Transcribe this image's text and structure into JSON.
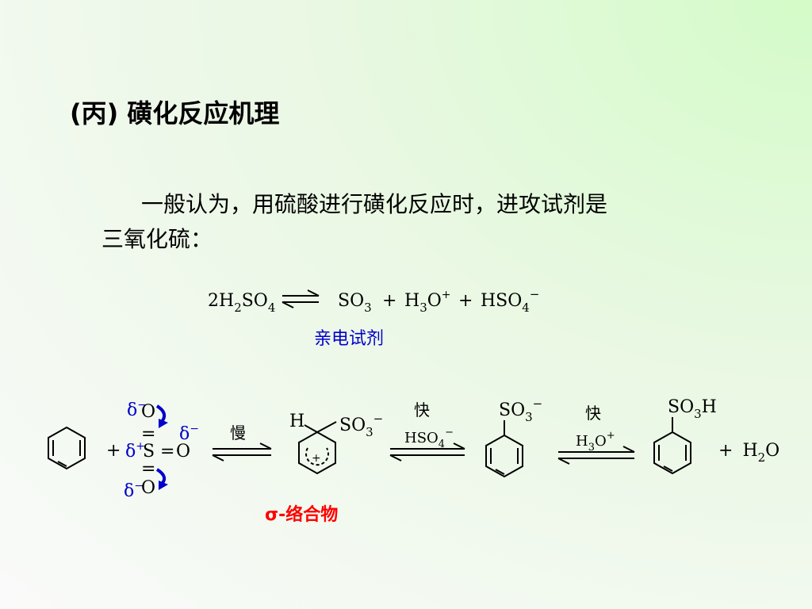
{
  "heading": "(丙) 磺化反应机理",
  "paragraph": {
    "line1": "一般认为，用硫酸进行磺化反应时，进攻试剂是",
    "line2": "三氧化硫："
  },
  "equation1": {
    "reactant": {
      "coef": "2H",
      "sub1": "2",
      "mid": "SO",
      "sub2": "4"
    },
    "so3": {
      "main": "SO",
      "sub": "3"
    },
    "plus": "+",
    "h3o": {
      "h": "H",
      "sub": "3",
      "o": "O",
      "sup": "+"
    },
    "hso4": {
      "main": "HSO",
      "sub": "4",
      "sup": "−"
    }
  },
  "electrophile_label": "亲电试剂",
  "mechanism": {
    "plus": "+",
    "so3": {
      "o_top": "O",
      "o_bottom": "O",
      "o_right": "O",
      "s": "S",
      "double_bond": "=",
      "delta_minus": "δ",
      "delta_plus": "δ",
      "minus": "−",
      "plus_sign": "+"
    },
    "step1_label": "慢",
    "sigma_complex": {
      "h": "H",
      "so3": "SO",
      "sub": "3",
      "sup": "−",
      "ring_charge": "+"
    },
    "step2_label_top": "快",
    "step2_label_bottom": {
      "main": "HSO",
      "sub": "4",
      "sup": "−"
    },
    "benzenesulfonate": {
      "main": "SO",
      "sub": "3",
      "sup": "−"
    },
    "step3_label_top": "快",
    "step3_label_bottom": {
      "h": "H",
      "sub": "3",
      "o": "O",
      "sup": "+"
    },
    "product": {
      "main": "SO",
      "sub": "3",
      "h": "H"
    },
    "water": {
      "plus": "+",
      "h": "H",
      "sub": "2",
      "o": "O"
    }
  },
  "sigma_label": "σ-络合物",
  "colors": {
    "blue": "#0000cc",
    "red": "#ff0000",
    "text": "#000000"
  }
}
